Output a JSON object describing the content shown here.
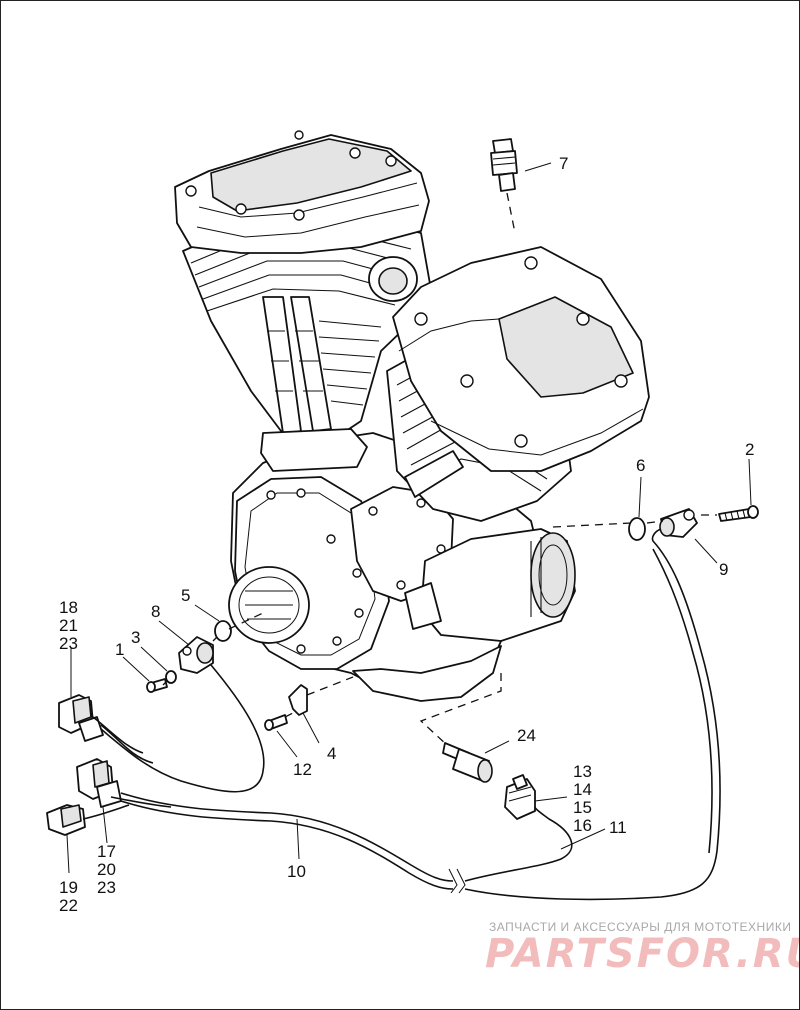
{
  "diagram": {
    "callouts": {
      "n1": "1",
      "n2": "2",
      "n3": "3",
      "n4": "4",
      "n5": "5",
      "n6": "6",
      "n7": "7",
      "n8": "8",
      "n9": "9",
      "n10": "10",
      "n11": "11",
      "n12": "12",
      "n24": "24",
      "g18": "18",
      "g21": "21",
      "g23a": "23",
      "g17": "17",
      "g20": "20",
      "g23b": "23",
      "g19": "19",
      "g22": "22",
      "g13": "13",
      "g14": "14",
      "g15": "15",
      "g16": "16"
    }
  },
  "watermark": {
    "tagline": "ЗАПЧАСТИ И АКСЕССУАРЫ ДЛЯ МОТОТЕХНИКИ",
    "logo_text": "PARTSFOR.RU",
    "logo_color": "#e05a5a"
  }
}
